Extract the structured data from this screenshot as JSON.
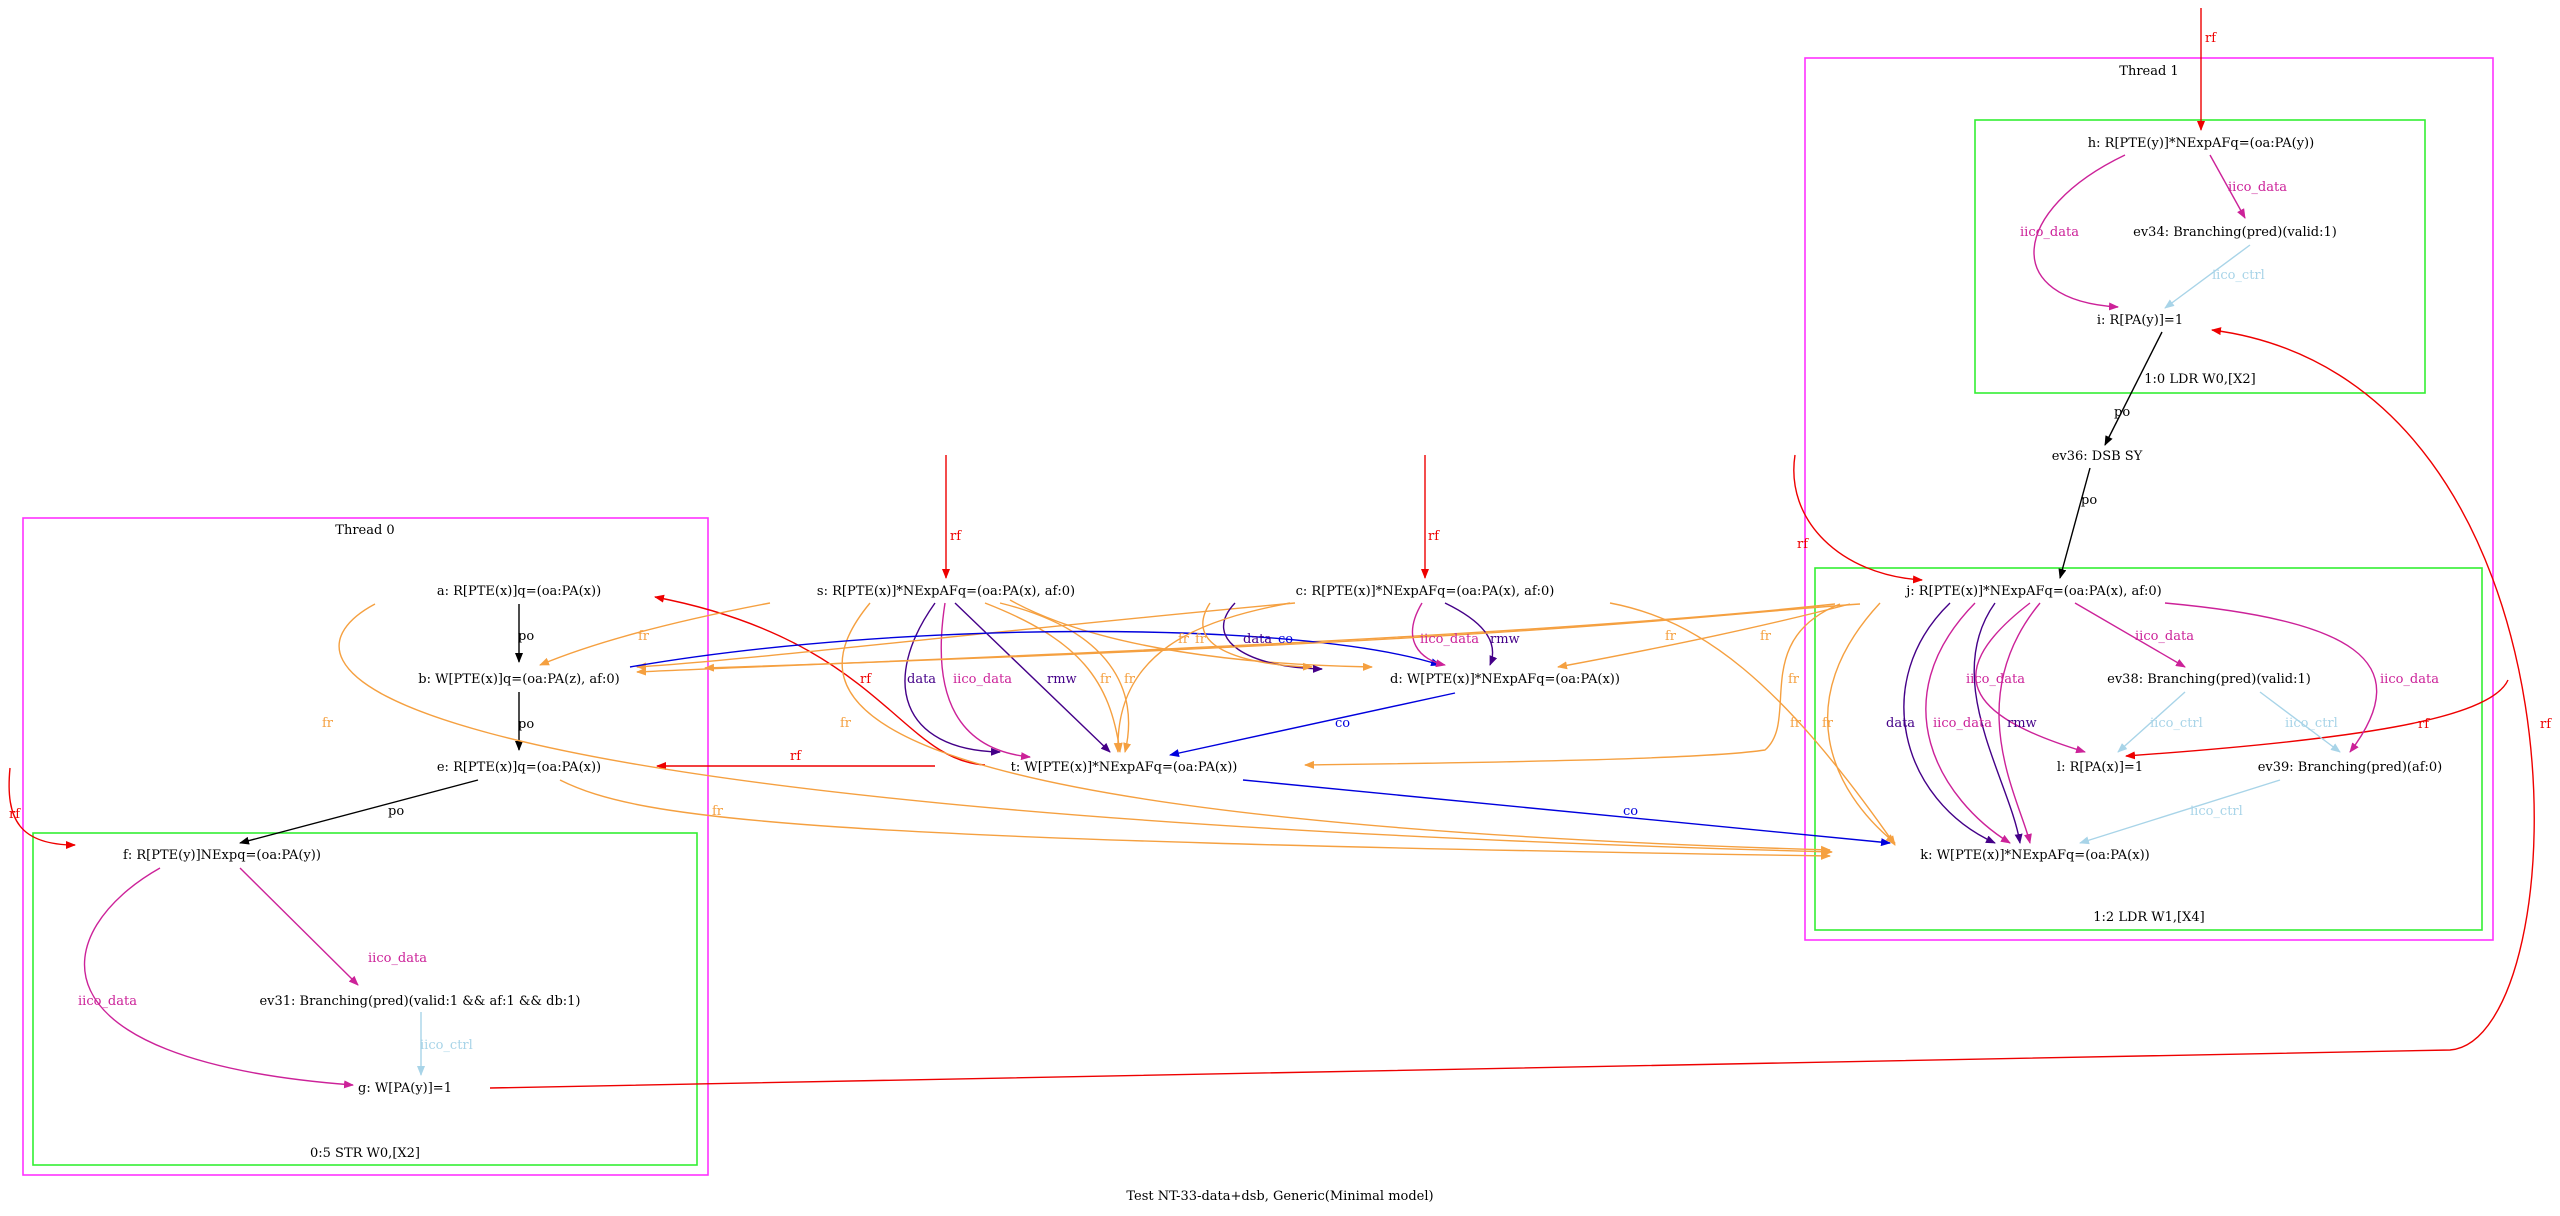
{
  "caption": "Test NT-33-data+dsb, Generic(Minimal model)",
  "colors": {
    "thread_box": "#ff33ff",
    "instr_box": "#33ee33",
    "rf": "#ee0000",
    "po": "#000000",
    "fr": "#f5a040",
    "co": "#0000dd",
    "data": "#440088",
    "rmw": "#440088",
    "iico_data": "#cc2299",
    "iico_ctrl": "#a8d4e8"
  },
  "clusters": {
    "thread0": "Thread 0",
    "thread1": "Thread 1",
    "t0_instr": "0:5 STR W0,[X2]",
    "t1_instr0": "1:0 LDR W0,[X2]",
    "t1_instr2": "1:2 LDR W1,[X4]"
  },
  "nodes": {
    "a": "a: R[PTE(x)]q=(oa:PA(x))",
    "b": "b: W[PTE(x)]q=(oa:PA(z), af:0)",
    "e": "e: R[PTE(x)]q=(oa:PA(x))",
    "f": "f: R[PTE(y)]NExpq=(oa:PA(y))",
    "ev31": "ev31: Branching(pred)(valid:1 && af:1 && db:1)",
    "g": "g: W[PA(y)]=1",
    "s": "s: R[PTE(x)]*NExpAFq=(oa:PA(x), af:0)",
    "t": "t: W[PTE(x)]*NExpAFq=(oa:PA(x))",
    "c": "c: R[PTE(x)]*NExpAFq=(oa:PA(x), af:0)",
    "d": "d: W[PTE(x)]*NExpAFq=(oa:PA(x))",
    "h": "h: R[PTE(y)]*NExpAFq=(oa:PA(y))",
    "ev34": "ev34: Branching(pred)(valid:1)",
    "i": "i: R[PA(y)]=1",
    "ev36": "ev36: DSB SY",
    "j": "j: R[PTE(x)]*NExpAFq=(oa:PA(x), af:0)",
    "ev38": "ev38: Branching(pred)(valid:1)",
    "l": "l: R[PA(x)]=1",
    "ev39": "ev39: Branching(pred)(af:0)",
    "k": "k: W[PTE(x)]*NExpAFq=(oa:PA(x))"
  },
  "edge_labels": {
    "po": "po",
    "rf": "rf",
    "fr": "fr",
    "co": "co",
    "data": "data",
    "rmw": "rmw",
    "iico_data": "iico_data",
    "iico_ctrl": "iico_ctrl"
  }
}
